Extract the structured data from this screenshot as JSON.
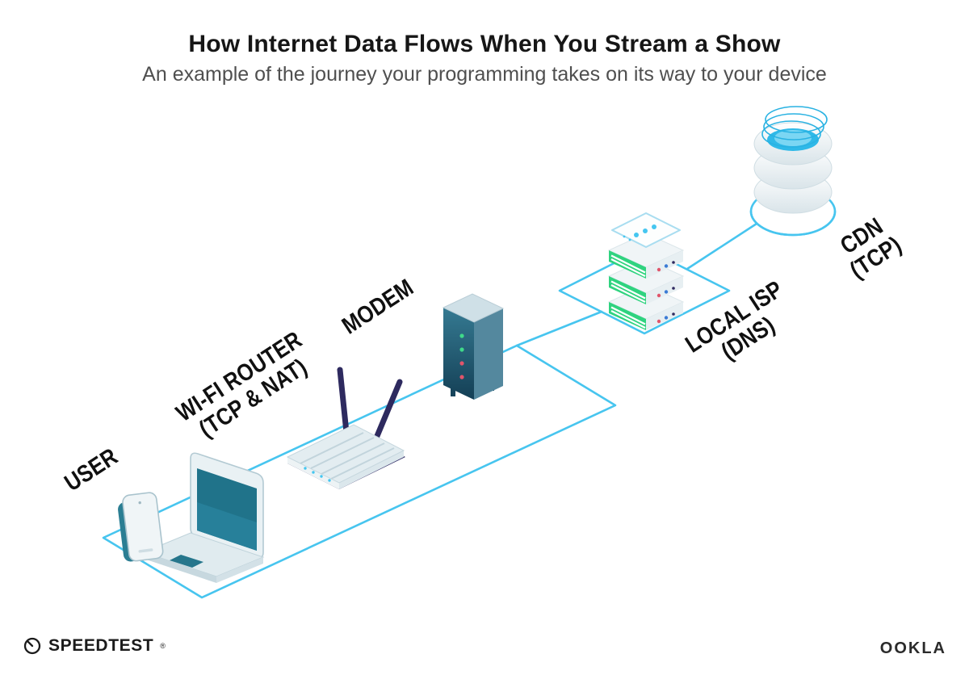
{
  "header": {
    "title": "How Internet Data Flows When You Stream a Show",
    "subtitle": "An example of the journey your programming takes on its way to your device"
  },
  "nodes": {
    "user": {
      "label": "USER"
    },
    "wifi_router": {
      "label": "WI-FI ROUTER",
      "sublabel": "(TCP & NAT)"
    },
    "modem": {
      "label": "MODEM"
    },
    "local_isp": {
      "label": "LOCAL ISP",
      "sublabel": "(DNS)"
    },
    "cdn": {
      "label": "CDN",
      "sublabel": "(TCP)"
    }
  },
  "footer": {
    "speedtest_label": "SPEEDTEST",
    "speedtest_trademark": "®",
    "ookla_label": "OOKLA"
  },
  "icons": {
    "speedtest_logo": "gauge-icon"
  },
  "colors": {
    "flow_line": "#47c5ef",
    "device_teal": "#20738a",
    "server_green": "#2fd37f",
    "antenna_navy": "#2e2a5f",
    "cdn_cyan": "#2fb9e8",
    "title_text": "#161616",
    "subtitle_text": "#4f4f4f"
  }
}
